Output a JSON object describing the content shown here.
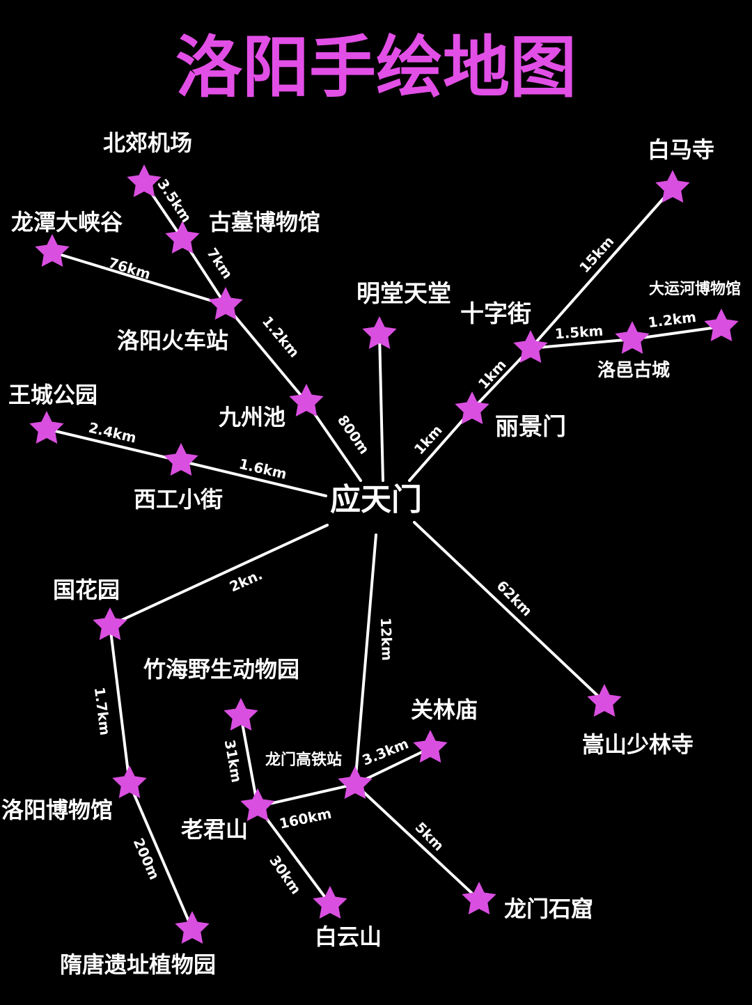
{
  "title": "洛阳手绘地图",
  "colors": {
    "background": "#000000",
    "title": "#e24fe6",
    "star": "#d94fe0",
    "line": "#ffffff",
    "text": "#ffffff"
  },
  "map": {
    "hub_label": "应天门",
    "places": {
      "beijiao_airport": "北郊机场",
      "gumu_museum": "古墓博物馆",
      "longtan_canyon": "龙潭大峡谷",
      "luoyang_station": "洛阳火车站",
      "jiuzhou_pond": "九州池",
      "mingtang": "明堂天堂",
      "wangcheng_park": "王城公园",
      "xigong_street": "西工小街",
      "baima_temple": "白马寺",
      "grand_canal_museum": "大运河博物馆",
      "shizi_street": "十字街",
      "luoyi_ancient_city": "洛邑古城",
      "lijing_gate": "丽景门",
      "peony_garden": "国花园",
      "zhuhai_zoo": "竹海野生动物园",
      "luoyang_museum": "洛阳博物馆",
      "suitang_garden": "隋唐遗址植物园",
      "guanlin_temple": "关林庙",
      "longmen_hsr": "龙门高铁站",
      "laojun_mountain": "老君山",
      "baiyun_mountain": "白云山",
      "longmen_grottoes": "龙门石窟",
      "songshan_shaolin": "嵩山少林寺"
    },
    "distances": {
      "airport_gumu": "3.5km",
      "gumu_station": "7km",
      "longtan_station": "76km",
      "station_jiuzhou": "1.2km",
      "jiuzhou_hub": "800m",
      "wangcheng_xigong": "2.4km",
      "xigong_hub": "1.6km",
      "hub_lijing": "1km",
      "lijing_shizi": "1km",
      "shizi_baima": "15km",
      "shizi_luoyi": "1.5km",
      "luoyi_canal": "1.2km",
      "hub_peony": "2kn.",
      "peony_museum": "1.7km",
      "museum_suitang": "200m",
      "hub_hsr": "12km",
      "hsr_guanlin": "3.3km",
      "hsr_laojun": "160km",
      "zoo_laojun": "31km",
      "laojun_baiyun": "30km",
      "hsr_grottoes": "5km",
      "hub_shaolin": "62km"
    }
  }
}
